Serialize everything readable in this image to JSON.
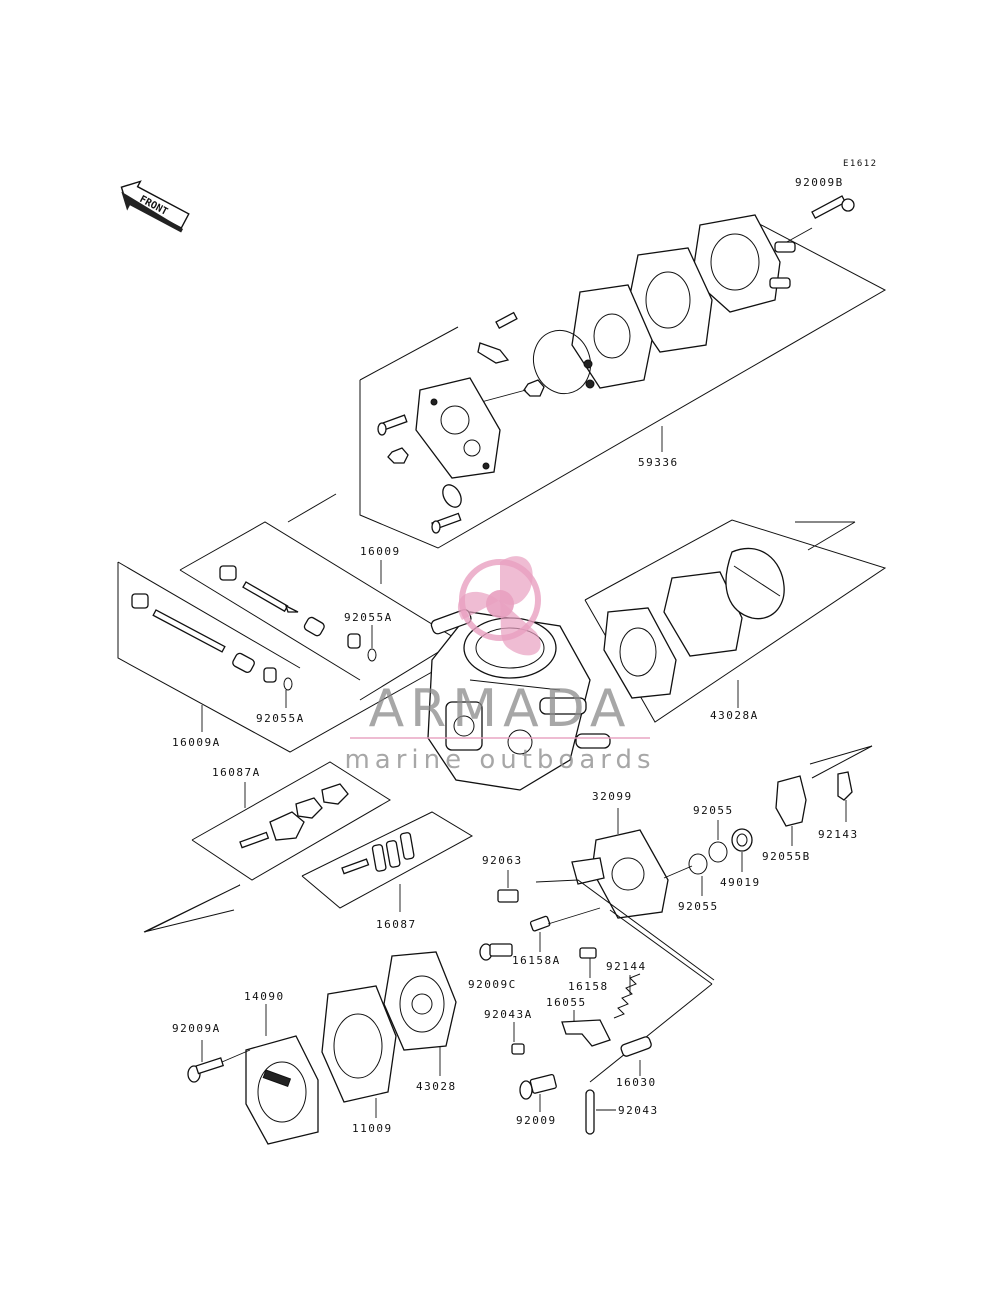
{
  "diagram_code": "E1612",
  "front_label": "FRONT",
  "watermark": {
    "line1": "ARMADA",
    "line2": "marine outboards",
    "color": "#e8a0c0"
  },
  "part_labels": {
    "p92009B": "92009B",
    "p59336": "59336",
    "p16009": "16009",
    "p92055A_top": "92055A",
    "p16009A": "16009A",
    "p92055A_bottom": "92055A",
    "p43028A": "43028A",
    "p16087A": "16087A",
    "p16087": "16087",
    "p32099": "32099",
    "p92055_top": "92055",
    "p49019": "49019",
    "p92055B": "92055B",
    "p92143": "92143",
    "p92063": "92063",
    "p92055_bottom": "92055",
    "p16158A": "16158A",
    "p92009C": "92009C",
    "p16158": "16158",
    "p92144": "92144",
    "p16055": "16055",
    "p92043A": "92043A",
    "p14090": "14090",
    "p92009A": "92009A",
    "p43028": "43028",
    "p11009": "11009",
    "p16030": "16030",
    "p92009": "92009",
    "p92043": "92043"
  }
}
